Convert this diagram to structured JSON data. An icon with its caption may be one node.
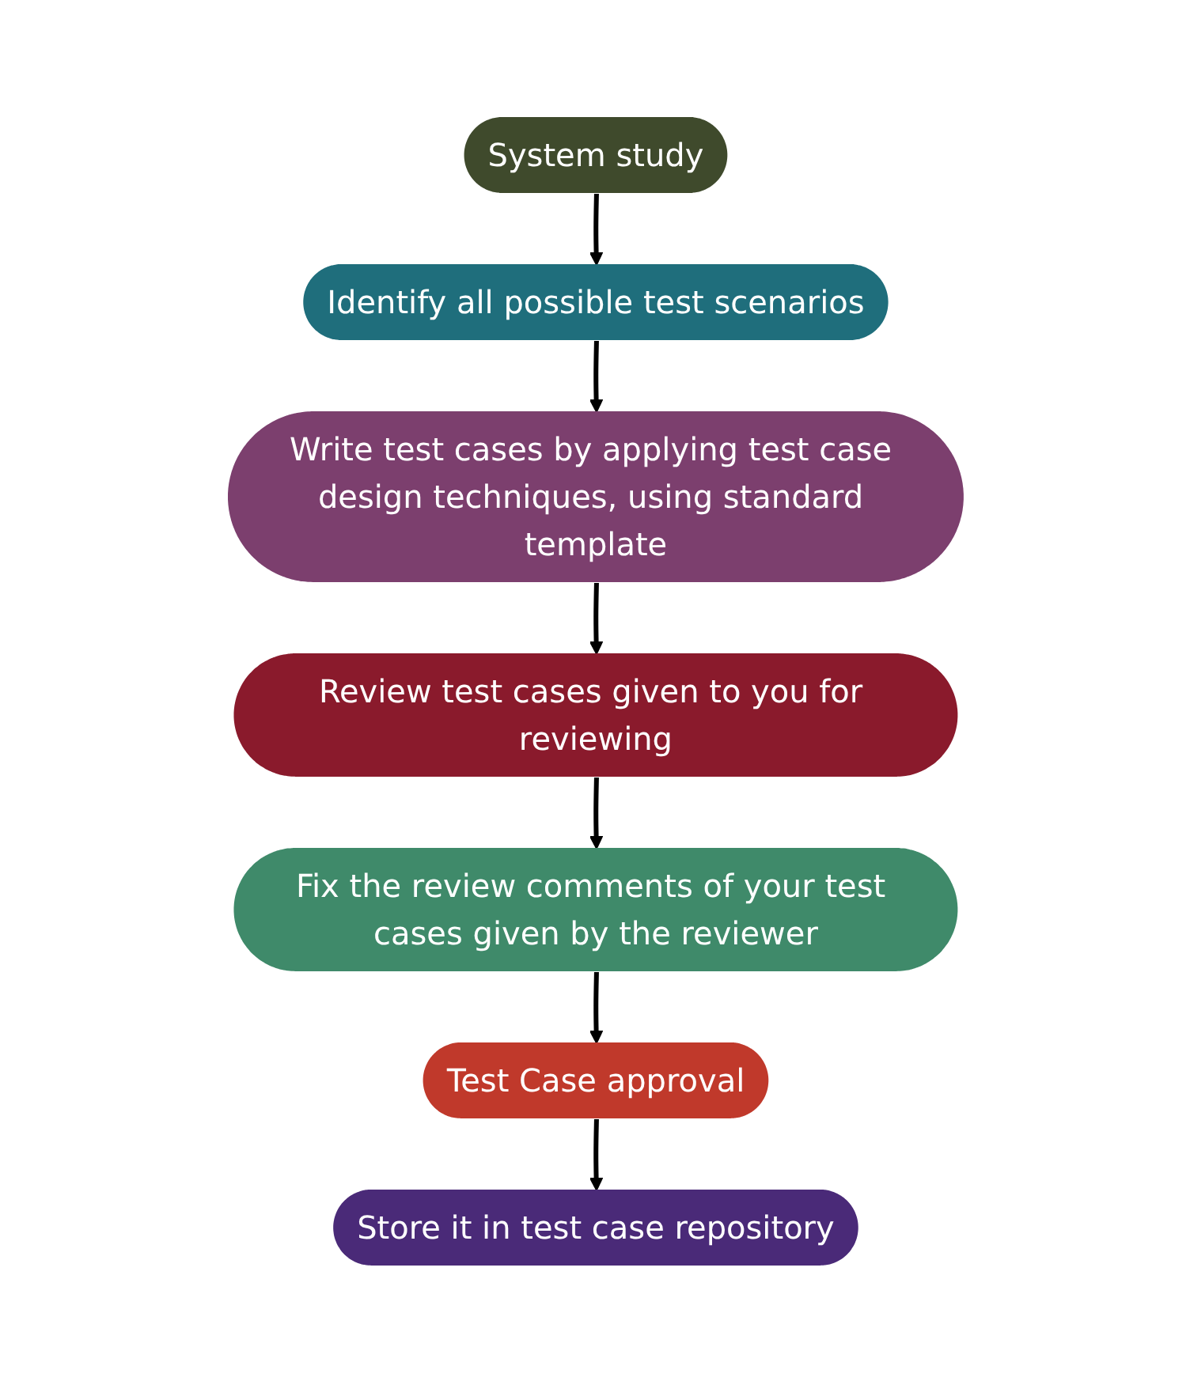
{
  "diagram": {
    "nodes": [
      {
        "text": [
          "System study"
        ]
      },
      {
        "text": [
          "Identify all possible test scenarios"
        ]
      },
      {
        "text": [
          "Write test cases by applying test case design techniques, using standard template"
        ]
      },
      {
        "text": [
          "Review test cases given to you for reviewing"
        ]
      },
      {
        "text": [
          "Fix the review comments of your test cases given by the reviewer"
        ]
      },
      {
        "text": [
          "Test Case approval"
        ]
      },
      {
        "text": [
          "Store it in test case repository"
        ]
      }
    ],
    "edges": [
      {
        "from": 0,
        "to": 1,
        "arrow": "to"
      },
      {
        "from": 1,
        "to": 2,
        "arrow": "to"
      },
      {
        "from": 2,
        "to": 3,
        "arrow": "to"
      },
      {
        "from": 3,
        "to": 4,
        "arrow": "to"
      },
      {
        "from": 4,
        "to": 5,
        "arrow": "to"
      },
      {
        "from": 5,
        "to": 6,
        "arrow": "to"
      }
    ]
  }
}
